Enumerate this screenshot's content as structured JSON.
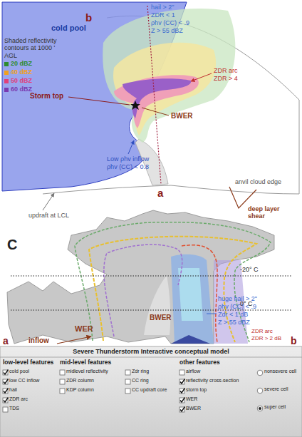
{
  "diagram": {
    "nodes": [
      {
        "text": [
          "Severe Thunderstorm Interactive conceptual model"
        ]
      }
    ],
    "labels": [
      "b",
      "cold pool",
      "Shaded reflectivity contours at 1000 ' AGL",
      "hail > 2\"",
      "ZDR < 1",
      "ρhv (CC) < .9",
      "Z > 55 dBZ",
      "ZDR arc",
      "ZDR > 4",
      "Storm top",
      "BWER",
      "Low ρhv inflow",
      "ρhv (CC) < 0.8",
      "anvil cloud edge",
      "deep layer shear",
      "updraft at LCL",
      "a",
      "C",
      "-20° C",
      "0° C",
      "BWER",
      "huge hail > 2\"",
      "ρhv (CC) < .9",
      "Zdr < 1 dB",
      "Z > 55 dBZ",
      "WER",
      "inflow",
      "a",
      "b",
      "ZDR arc",
      "ZDR > 2 dB",
      "low-level features",
      "cold pool",
      "low CC inflow",
      "hail",
      "ZDR arc",
      "TDS",
      "mid-level features",
      "midlevel reflectivity",
      "ZDR column",
      "KDP column",
      "Zdr ring",
      "CC ring",
      "CC updraft core",
      "other features",
      "airflow",
      "reflectivity cross-section",
      "storm top",
      "WER",
      "BWER",
      "nonsevere cell",
      "severe cell",
      "super cell"
    ],
    "legend": [
      {
        "text": "20 dBZ",
        "color": "#2e8b2e"
      },
      {
        "text": "40 dBZ",
        "color": "#f0a020"
      },
      {
        "text": "50 dBZ",
        "color": "#e0407a"
      },
      {
        "text": "60 dBZ",
        "color": "#7a3ab0"
      }
    ]
  }
}
